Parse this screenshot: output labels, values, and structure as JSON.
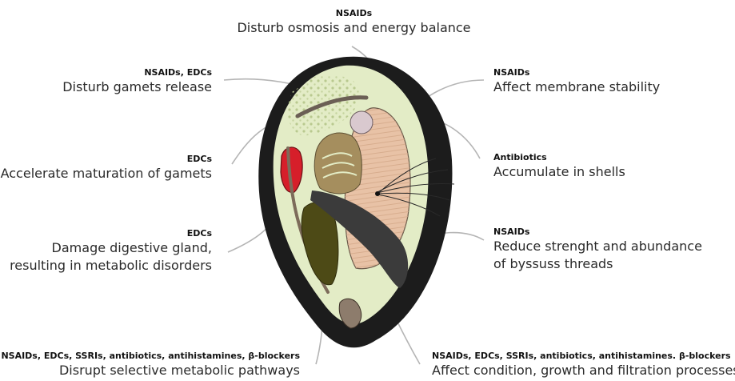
{
  "labels": {
    "top": {
      "drugs": "NSAIDs",
      "effect": "Disturb osmosis and energy balance"
    },
    "gamets_release": {
      "drugs": "NSAIDs, EDCs",
      "effect": "Disturb gamets release"
    },
    "gamets_maturation": {
      "drugs": "EDCs",
      "effect": "Accelerate maturation of gamets"
    },
    "digestive_gland": {
      "drugs": "EDCs",
      "effect_line1": "Damage digestive gland,",
      "effect_line2": "resulting in metabolic disorders"
    },
    "metabolic_pathways": {
      "drugs": "NSAIDs, EDCs, SSRIs, antibiotics, antihistamines, β-blockers",
      "effect": "Disrupt selective metabolic pathways"
    },
    "membrane": {
      "drugs": "NSAIDs",
      "effect": "Affect membrane stability"
    },
    "shells": {
      "drugs": "Antibiotics",
      "effect": "Accumulate in shells"
    },
    "byssus": {
      "drugs": "NSAIDs",
      "effect_line1": "Reduce strenght and abundance",
      "effect_line2": "of byssuss threads"
    },
    "filtration": {
      "drugs": "NSAIDs, EDCs, SSRIs, antibiotics, antihistamines. β-blockers",
      "effect": "Affect condition, growth and filtration processes"
    }
  },
  "colors": {
    "shell": "#1c1c1c",
    "mantle": "#e3ecc6",
    "gonad_dots": "#b9c98f",
    "gills": "#a58e5e",
    "muscle": "#e8c2a6",
    "red_organ": "#d61f2a",
    "digestive_gland": "#4d4a16",
    "foot": "#3b3b3b",
    "leader_line": "#b5b5b5"
  }
}
